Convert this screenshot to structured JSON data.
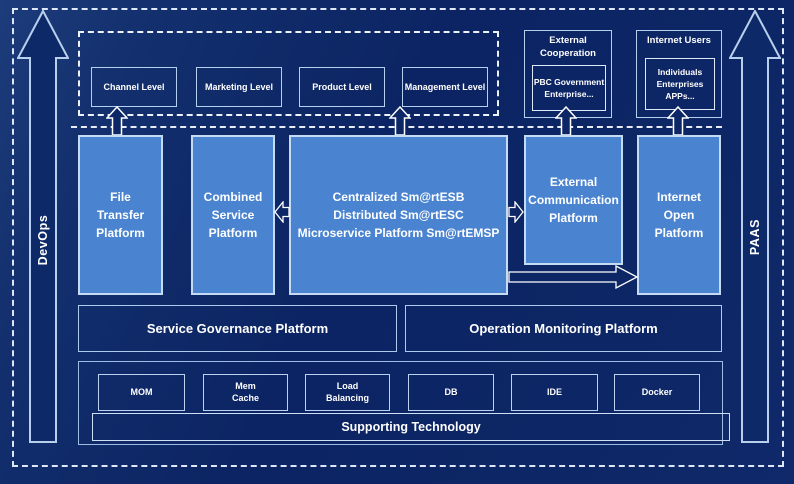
{
  "colors": {
    "background": "#0d2665",
    "panel_blue": "#4a84d0",
    "border_light": "#c5daf3",
    "dashed_line": "#e6edf9",
    "text": "#ffffff"
  },
  "arrows": {
    "devops": "DevOps",
    "paas": "PAAS"
  },
  "top": {
    "levels": [
      "Channel Level",
      "Marketing Level",
      "Product Level",
      "Management Level"
    ],
    "external_cooperation": {
      "title": "External\nCooperation",
      "members": "PBC Government\nEnterprise..."
    },
    "internet_users": {
      "title": "Internet Users",
      "members": "Individuals\nEnterprises\nAPPs..."
    }
  },
  "platforms": {
    "file_transfer": "File\nTransfer\nPlatform",
    "combined_service": "Combined\nService\nPlatform",
    "central": "Centralized Sm@rtESB\nDistributed Sm@rtESC\nMicroservice Platform Sm@rtEMSP",
    "external_communication": "External\nCommunication\nPlatform",
    "internet_open": "Internet\nOpen\nPlatform"
  },
  "governance": {
    "service": "Service Governance Platform",
    "operation": "Operation Monitoring Platform"
  },
  "supporting": {
    "items": [
      "MOM",
      "Mem\nCache",
      "Load\nBalancing",
      "DB",
      "IDE",
      "Docker"
    ],
    "label": "Supporting Technology"
  }
}
